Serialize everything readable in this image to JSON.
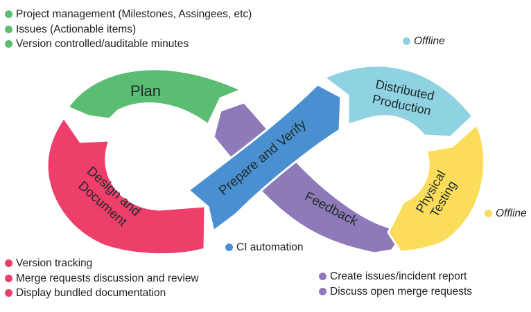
{
  "colors": {
    "plan": "#5bbd72",
    "design": "#ee3f6b",
    "prepare": "#4a90d0",
    "feedback": "#8f7ab9",
    "distributed": "#8fd3e3",
    "testing": "#fbdd5b",
    "text": "#1f2a2a"
  },
  "segments": {
    "plan": "Plan",
    "design": [
      "Design and",
      "Document"
    ],
    "prepare": "Prepare and Verify",
    "feedback": "Feedback",
    "distributed": [
      "Distributed",
      "Production"
    ],
    "testing": [
      "Physical",
      "Testing"
    ]
  },
  "legends": {
    "plan": {
      "color": "#5bbd72",
      "items": [
        "Project management (Milestones, Assingees, etc)",
        "Issues (Actionable items)",
        "Version controlled/auditable minutes"
      ]
    },
    "design": {
      "color": "#ee3f6b",
      "items": [
        "Version tracking",
        "Merge requests discussion and review",
        "Display bundled documentation"
      ]
    },
    "prepare": {
      "color": "#4a90d0",
      "items": [
        "CI automation"
      ]
    },
    "feedback": {
      "color": "#8f7ab9",
      "items": [
        "Create issues/incident report",
        "Discuss open merge requests"
      ]
    },
    "distributed": {
      "color": "#8fd3e3",
      "items": [
        "Offline"
      ]
    },
    "testing": {
      "color": "#fbdd5b",
      "items": [
        "Offline"
      ]
    }
  }
}
